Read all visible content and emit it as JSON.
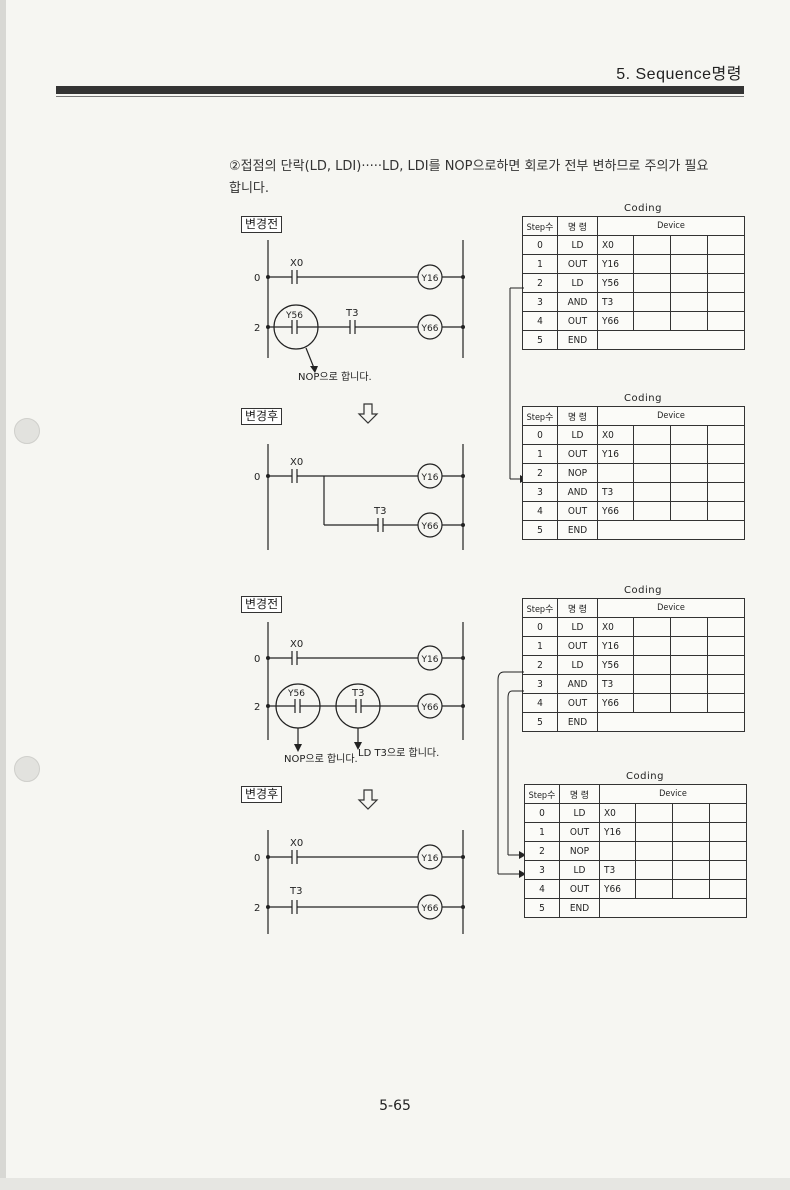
{
  "header": {
    "title": "5. Sequence명령"
  },
  "note": {
    "line1": "②접점의 단락(LD, LDI)·····LD, LDI를 NOP으로하면 회로가 전부 변하므로 주의가 필요",
    "line2": "합니다."
  },
  "labels": {
    "before": "변경전",
    "after": "변경후"
  },
  "annotations": {
    "nop_note_1": "NOP으로 합니다.",
    "nop_note_2": "NOP으로 합니다.",
    "ld_note_2": "LD  T3으로  합니다."
  },
  "coding_title": "Coding",
  "columns": {
    "step": "Step수",
    "instruction": "명 령",
    "device": "Device"
  },
  "ladder": {
    "d1": {
      "rung0_step": "0",
      "rung0_contact": "X0",
      "rung0_coil": "Y16",
      "rung1_step": "2",
      "rung1_contact_a": "Y56",
      "rung1_contact_b": "T3",
      "rung1_coil": "Y66"
    },
    "d2": {
      "rung0_step": "0",
      "rung0_contact": "X0",
      "rung0_coil": "Y16",
      "branch_contact": "T3",
      "branch_coil": "Y66"
    },
    "d3": {
      "rung0_step": "0",
      "rung0_contact": "X0",
      "rung0_coil": "Y16",
      "rung1_step": "2",
      "rung1_contact_a": "Y56",
      "rung1_contact_b": "T3",
      "rung1_coil": "Y66"
    },
    "d4": {
      "rung0_step": "0",
      "rung0_contact": "X0",
      "rung0_coil": "Y16",
      "rung1_step": "2",
      "rung1_contact": "T3",
      "rung1_coil": "Y66"
    }
  },
  "tables": {
    "t1": [
      {
        "step": "0",
        "op": "LD",
        "dev": "X0"
      },
      {
        "step": "1",
        "op": "OUT",
        "dev": "Y16"
      },
      {
        "step": "2",
        "op": "LD",
        "dev": "Y56"
      },
      {
        "step": "3",
        "op": "AND",
        "dev": "T3"
      },
      {
        "step": "4",
        "op": "OUT",
        "dev": "Y66"
      },
      {
        "step": "5",
        "op": "END",
        "dev": ""
      }
    ],
    "t2": [
      {
        "step": "0",
        "op": "LD",
        "dev": "X0"
      },
      {
        "step": "1",
        "op": "OUT",
        "dev": "Y16"
      },
      {
        "step": "2",
        "op": "NOP",
        "dev": ""
      },
      {
        "step": "3",
        "op": "AND",
        "dev": "T3"
      },
      {
        "step": "4",
        "op": "OUT",
        "dev": "Y66"
      },
      {
        "step": "5",
        "op": "END",
        "dev": ""
      }
    ],
    "t3": [
      {
        "step": "0",
        "op": "LD",
        "dev": "X0"
      },
      {
        "step": "1",
        "op": "OUT",
        "dev": "Y16"
      },
      {
        "step": "2",
        "op": "LD",
        "dev": "Y56"
      },
      {
        "step": "3",
        "op": "AND",
        "dev": "T3"
      },
      {
        "step": "4",
        "op": "OUT",
        "dev": "Y66"
      },
      {
        "step": "5",
        "op": "END",
        "dev": ""
      }
    ],
    "t4": [
      {
        "step": "0",
        "op": "LD",
        "dev": "X0"
      },
      {
        "step": "1",
        "op": "OUT",
        "dev": "Y16"
      },
      {
        "step": "2",
        "op": "NOP",
        "dev": ""
      },
      {
        "step": "3",
        "op": "LD",
        "dev": "T3"
      },
      {
        "step": "4",
        "op": "OUT",
        "dev": "Y66"
      },
      {
        "step": "5",
        "op": "END",
        "dev": ""
      }
    ]
  },
  "page_number": "5-65"
}
